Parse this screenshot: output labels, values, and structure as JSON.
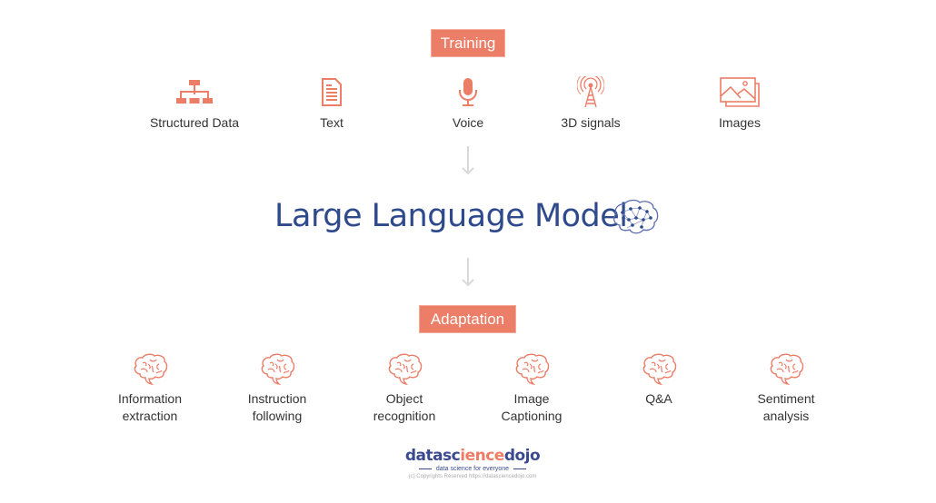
{
  "training": {
    "label": "Training",
    "inputs": [
      {
        "label": "Structured Data",
        "icon": "hierarchy-icon"
      },
      {
        "label": "Text",
        "icon": "document-icon"
      },
      {
        "label": "Voice",
        "icon": "microphone-icon"
      },
      {
        "label": "3D signals",
        "icon": "antenna-tower-icon"
      },
      {
        "label": "Images",
        "icon": "images-icon"
      }
    ]
  },
  "model": {
    "title": "Large Language Model",
    "icon": "neural-brain-icon"
  },
  "adaptation": {
    "label": "Adaptation",
    "tasks": [
      {
        "line1": "Information",
        "line2": "extraction",
        "icon": "brain-icon"
      },
      {
        "line1": "Instruction",
        "line2": "following",
        "icon": "brain-icon"
      },
      {
        "line1": "Object",
        "line2": "recognition",
        "icon": "brain-icon"
      },
      {
        "line1": "Image",
        "line2": "Captioning",
        "icon": "brain-icon"
      },
      {
        "line1": "Q&A",
        "line2": "",
        "icon": "brain-icon"
      },
      {
        "line1": "Sentiment",
        "line2": "analysis",
        "icon": "brain-icon"
      }
    ]
  },
  "footer": {
    "brand_part1": "datasc",
    "brand_part2": "ience",
    "brand_part3": "dojo",
    "tagline": "data science for everyone",
    "copyright": "(c) Copyrights Reserved  https://datasciencedojo.com"
  },
  "colors": {
    "accent": "#ec7d67",
    "title": "#2e4a8c",
    "text": "#333333",
    "arrow": "#d9d9d9"
  }
}
